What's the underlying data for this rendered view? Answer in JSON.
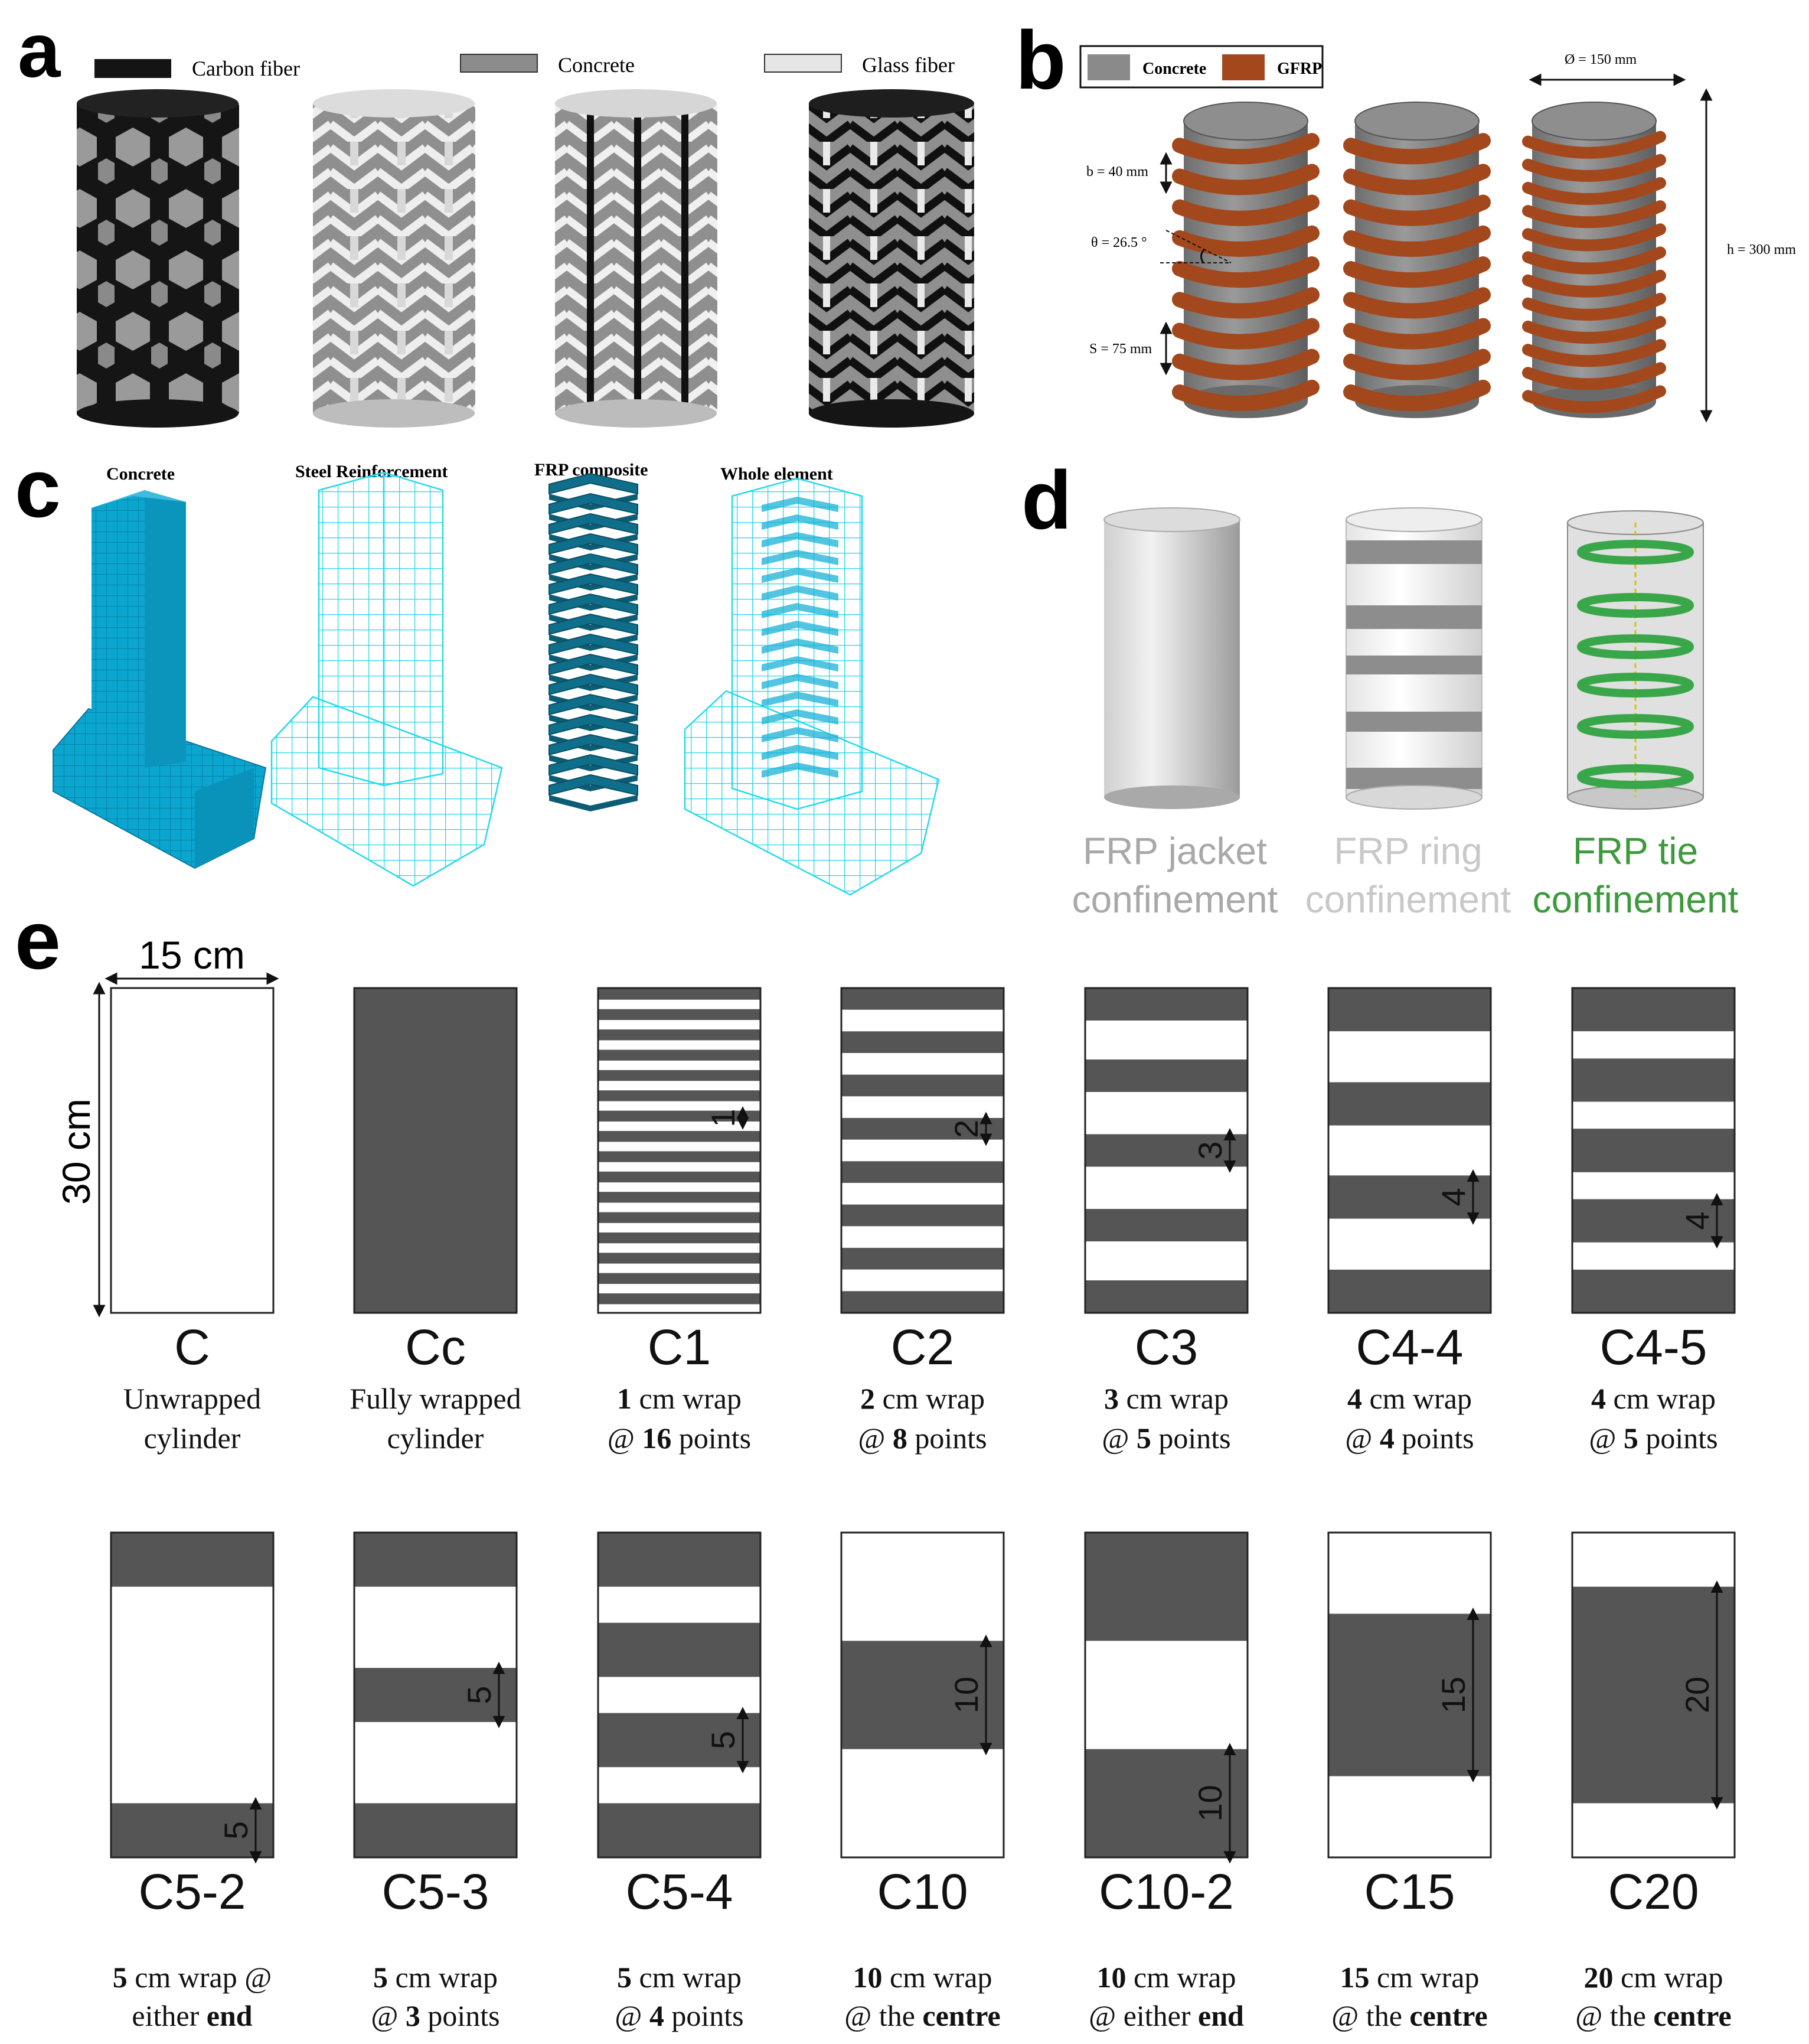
{
  "panel_letters": {
    "a": "a",
    "b": "b",
    "c": "c",
    "d": "d",
    "e": "e"
  },
  "panel_a": {
    "legend": [
      "Carbon fiber",
      "Concrete",
      "Glass fiber"
    ],
    "colors": {
      "carbon": "#141414",
      "concrete": "#8c8c8c",
      "glass": "#e6e6e6"
    }
  },
  "panel_b": {
    "legend": [
      "Concrete",
      "GFRP"
    ],
    "dims": {
      "b": "b = 40 mm",
      "theta": "θ = 26.5 °",
      "s": "S = 75 mm",
      "diameter": "Ø = 150 mm",
      "height": "h = 300 mm"
    },
    "colors": {
      "concrete": "#8a8a8a",
      "gfrp": "#a3481c"
    }
  },
  "panel_c": {
    "titles": [
      "Concrete",
      "Steel Reinforcement",
      "FRP composite",
      "Whole element"
    ],
    "colors": {
      "solid": "#0aa0c8",
      "wire": "#27d8ec",
      "frp": "#0f6f8a"
    }
  },
  "panel_d": {
    "labels": [
      {
        "line1": "FRP jacket",
        "line2": "confinement",
        "color": "#a8a8a8"
      },
      {
        "line1": "FRP ring",
        "line2": "confinement",
        "color": "#c8c8c8"
      },
      {
        "line1": "FRP tie",
        "line2": "confinement",
        "color": "#3c9a3c"
      }
    ]
  },
  "panel_e": {
    "dim_width": "15 cm",
    "dim_height": "30 cm",
    "specimens": [
      {
        "code": "C",
        "desc1": "Unwrapped",
        "desc2": "cylinder",
        "mark": ""
      },
      {
        "code": "Cc",
        "desc1": "Fully wrapped",
        "desc2": "cylinder",
        "mark": ""
      },
      {
        "code": "C1",
        "d1a": "1",
        "d1b": " cm wrap",
        "d2a": "@ ",
        "d2b": "16",
        "d2c": " points",
        "mark": "1"
      },
      {
        "code": "C2",
        "d1a": "2",
        "d1b": " cm wrap",
        "d2a": "@ ",
        "d2b": "8",
        "d2c": " points",
        "mark": "2"
      },
      {
        "code": "C3",
        "d1a": "3",
        "d1b": " cm wrap",
        "d2a": "@ ",
        "d2b": "5",
        "d2c": " points",
        "mark": "3"
      },
      {
        "code": "C4-4",
        "d1a": "4",
        "d1b": " cm wrap",
        "d2a": "@ ",
        "d2b": "4",
        "d2c": " points",
        "mark": "4"
      },
      {
        "code": "C4-5",
        "d1a": "4",
        "d1b": " cm wrap",
        "d2a": "@ ",
        "d2b": "5",
        "d2c": " points",
        "mark": "4"
      },
      {
        "code": "C5-2",
        "d1a": "5",
        "d1b": " cm wrap @",
        "d2a": "either ",
        "d2b": "end",
        "d2c": "",
        "mark": "5"
      },
      {
        "code": "C5-3",
        "d1a": "5",
        "d1b": " cm wrap",
        "d2a": "@ ",
        "d2b": "3",
        "d2c": " points",
        "mark": "5"
      },
      {
        "code": "C5-4",
        "d1a": "5",
        "d1b": " cm wrap",
        "d2a": "@ ",
        "d2b": "4",
        "d2c": " points",
        "mark": "5"
      },
      {
        "code": "C10",
        "d1a": "10",
        "d1b": " cm wrap",
        "d2a": "@ the ",
        "d2b": "centre",
        "d2c": "",
        "mark": "10"
      },
      {
        "code": "C10-2",
        "d1a": "10",
        "d1b": " cm wrap",
        "d2a": "@ either ",
        "d2b": "end",
        "d2c": "",
        "mark": "10"
      },
      {
        "code": "C15",
        "d1a": "15",
        "d1b": " cm wrap",
        "d2a": "@ the ",
        "d2b": "centre",
        "d2c": "",
        "mark": "15"
      },
      {
        "code": "C20",
        "d1a": "20",
        "d1b": " cm wrap",
        "d2a": "@ the ",
        "d2b": "centre",
        "d2c": "",
        "mark": "20"
      }
    ],
    "colors": {
      "wrap": "#555555",
      "outline": "#222222"
    }
  }
}
